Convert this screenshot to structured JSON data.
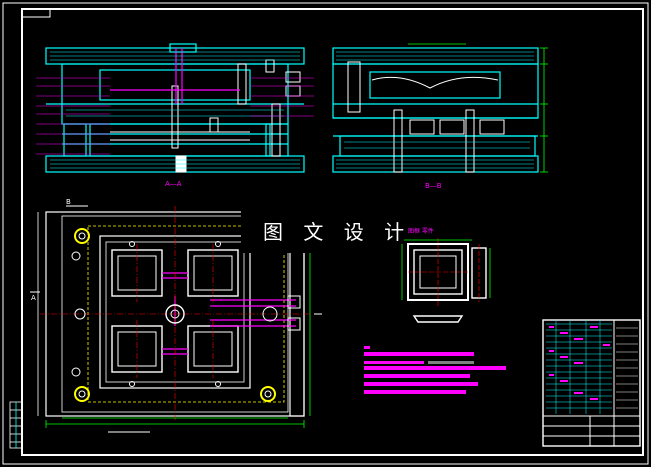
{
  "watermark": "图 文 设 计",
  "views": {
    "section_aa": "A—A",
    "section_bb": "B—B",
    "detail": "图框 零件",
    "cut_a": "A",
    "cut_b": "B"
  },
  "colors": {
    "background": "#000000",
    "frame": "#ffffff",
    "outline": "#00ffff",
    "parts": "#ffffff",
    "dimension": "#ff00ff",
    "hidden": "#ffff00",
    "center": "#ff0000",
    "highlight": "#ff00ff"
  }
}
